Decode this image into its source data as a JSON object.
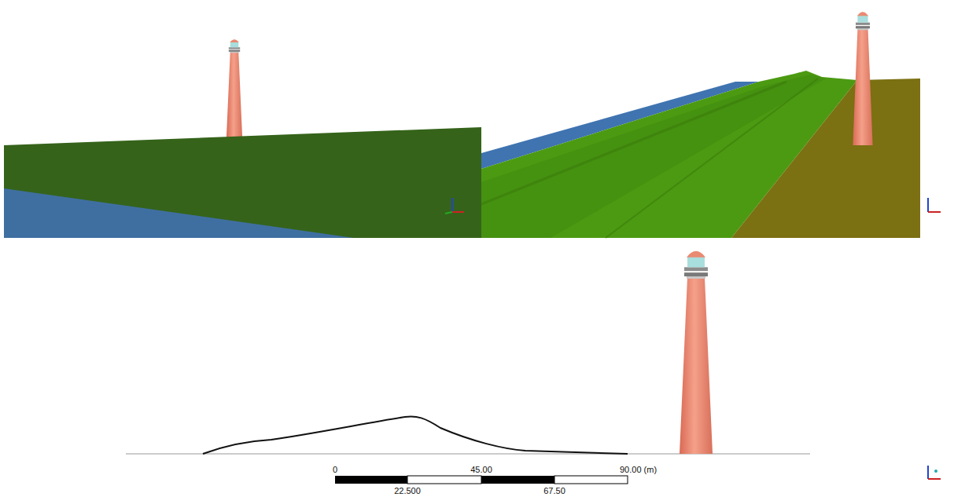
{
  "diagram": {
    "labels": [
      "0",
      "45.00",
      "90.00 (m)",
      "22.500",
      "67.50"
    ]
  }
}
